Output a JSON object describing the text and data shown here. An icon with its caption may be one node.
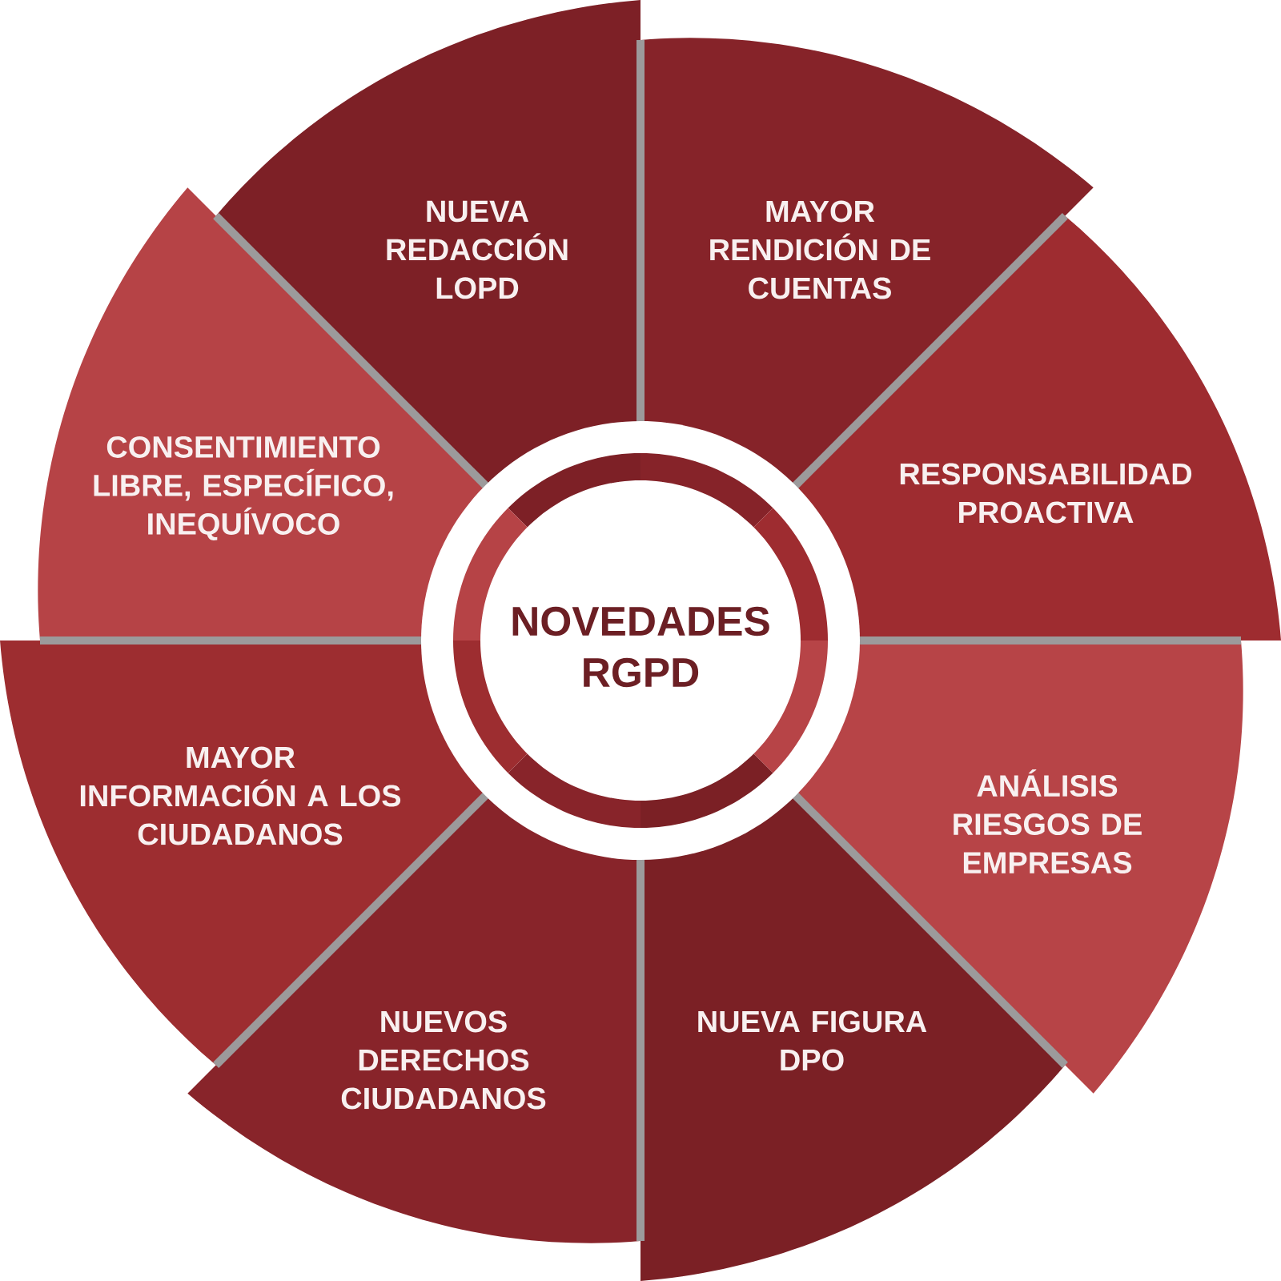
{
  "diagram": {
    "nodes": [
      {
        "text": [
          "NOVEDADES RGPD"
        ]
      },
      {
        "text": [
          "NUEVA REDACCIÓN LOPD"
        ]
      },
      {
        "text": [
          "MAYOR RENDICIÓN DE CUENTAS"
        ]
      },
      {
        "text": [
          "RESPONSABILIDAD PROACTIVA"
        ]
      },
      {
        "text": [
          "ANÁLISIS RIESGOS DE EMPRESAS"
        ]
      },
      {
        "text": [
          "NUEVA FIGURA DPO"
        ]
      },
      {
        "text": [
          "NUEVOS DERECHOS CIUDADANOS"
        ]
      },
      {
        "text": [
          "MAYOR INFORMACIÓN A LOS CIUDADANOS"
        ]
      },
      {
        "text": [
          "CONSENTIMIENTO LIBRE, ESPECÍFICO, INEQUÍVOCO"
        ]
      }
    ]
  }
}
